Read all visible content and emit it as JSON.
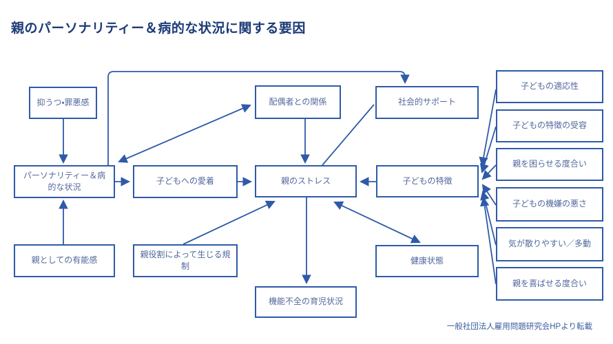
{
  "title": "親のパーソナリティー＆病的な状況に関する要因",
  "caption": "一般社団法人雇用問題研究会HPより転載",
  "colors": {
    "accent_line": "#2e5aa8",
    "title_text": "#1c3a78",
    "node_text": "#52689c",
    "background": "#ffffff"
  },
  "nodes": {
    "depression": {
      "label": "抑うつ・罪悪感"
    },
    "spouse_relation": {
      "label": "配偶者との関係"
    },
    "social_support": {
      "label": "社会的サポート"
    },
    "personality": {
      "label": "パーソナリティー＆病的な状況"
    },
    "attachment": {
      "label": "子どもへの愛着"
    },
    "parent_stress": {
      "label": "親のストレス"
    },
    "child_traits": {
      "label": "子どもの特徴"
    },
    "competence": {
      "label": "親としての有能感"
    },
    "role_restriction": {
      "label": "親役割によって生じる規制"
    },
    "health": {
      "label": "健康状態"
    },
    "dysfunctional_parenting": {
      "label": "機能不全の育児状況"
    },
    "child_adaptability": {
      "label": "子どもの適応性"
    },
    "trait_acceptance": {
      "label": "子どもの特徴の受容"
    },
    "annoyance_degree": {
      "label": "親を困らせる度合い"
    },
    "moodiness": {
      "label": "子どもの機嫌の悪さ"
    },
    "distractibility": {
      "label": "気が散りやすい／多動"
    },
    "pleasing_degree": {
      "label": "親を喜ばせる度合い"
    }
  }
}
